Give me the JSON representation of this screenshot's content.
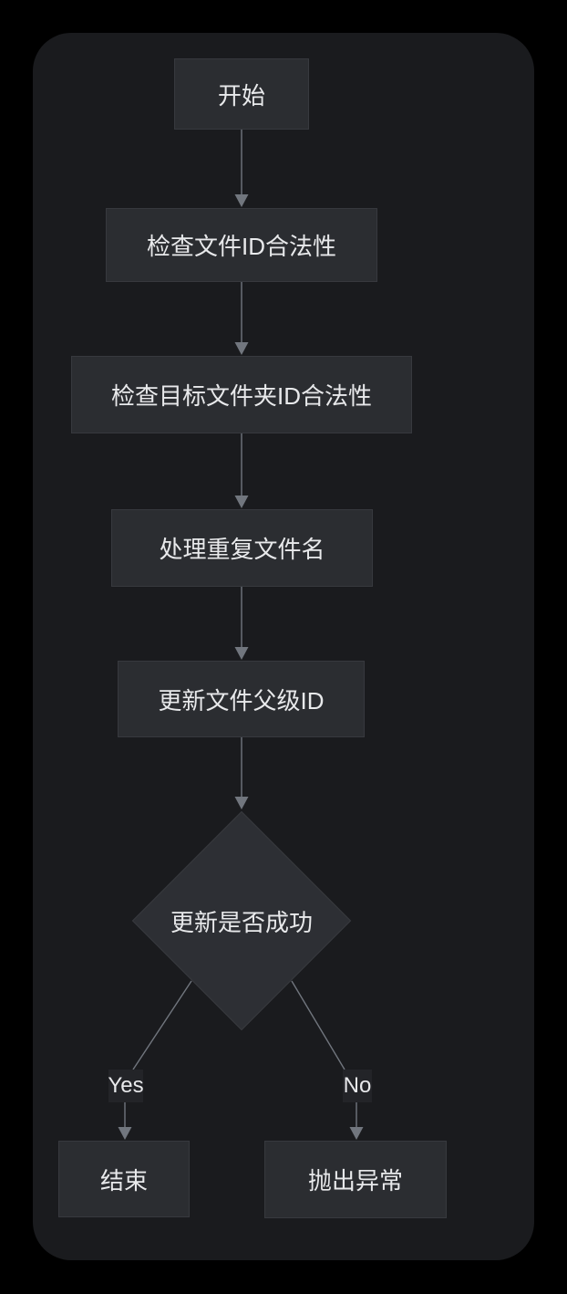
{
  "diagram": {
    "type": "flowchart",
    "direction": "top-down",
    "nodes": {
      "start": {
        "label": "开始",
        "shape": "rectangle"
      },
      "check_file_id": {
        "label": "检查文件ID合法性",
        "shape": "rectangle"
      },
      "check_folder_id": {
        "label": "检查目标文件夹ID合法性",
        "shape": "rectangle"
      },
      "handle_duplicate": {
        "label": "处理重复文件名",
        "shape": "rectangle"
      },
      "update_parent": {
        "label": "更新文件父级ID",
        "shape": "rectangle"
      },
      "update_success": {
        "label": "更新是否成功",
        "shape": "diamond"
      },
      "end": {
        "label": "结束",
        "shape": "rectangle"
      },
      "throw_exception": {
        "label": "抛出异常",
        "shape": "rectangle"
      }
    },
    "edges": [
      {
        "from": "start",
        "to": "check_file_id",
        "label": ""
      },
      {
        "from": "check_file_id",
        "to": "check_folder_id",
        "label": ""
      },
      {
        "from": "check_folder_id",
        "to": "handle_duplicate",
        "label": ""
      },
      {
        "from": "handle_duplicate",
        "to": "update_parent",
        "label": ""
      },
      {
        "from": "update_parent",
        "to": "update_success",
        "label": ""
      },
      {
        "from": "update_success",
        "to": "end",
        "label": "Yes"
      },
      {
        "from": "update_success",
        "to": "throw_exception",
        "label": "No"
      }
    ],
    "edge_labels": {
      "yes": "Yes",
      "no": "No"
    }
  },
  "colors": {
    "page_bg": "#000000",
    "canvas_bg": "#1a1b1e",
    "node_fill": "#2b2d31",
    "node_border": "#37393e",
    "diamond_fill": "#2d2f34",
    "edge_label_bg": "#232428",
    "edge_stroke": "#71767e",
    "text": "#e8e9eb"
  }
}
